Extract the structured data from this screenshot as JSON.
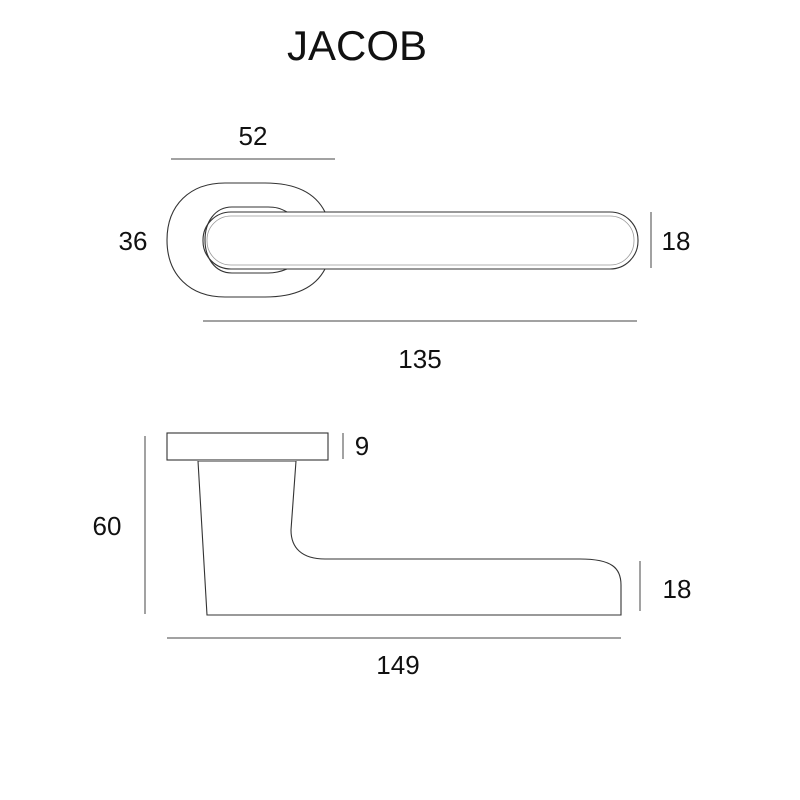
{
  "title": "JACOB",
  "top_view": {
    "rose_width": "52",
    "rose_height": "36",
    "lever_thickness": "18",
    "lever_length": "135"
  },
  "side_view": {
    "rose_thickness": "9",
    "projection": "60",
    "lever_height": "18",
    "overall_length": "149"
  }
}
